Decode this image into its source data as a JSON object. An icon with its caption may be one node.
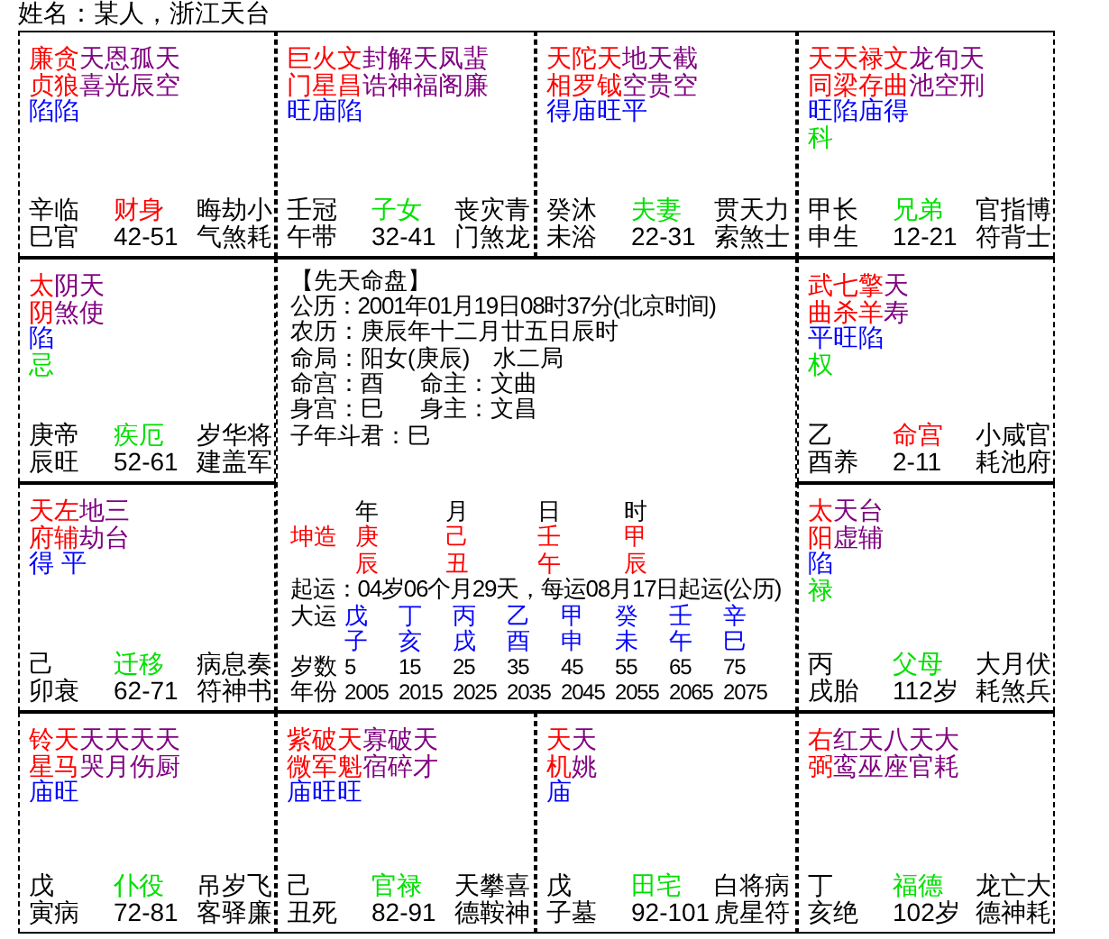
{
  "diagram": {
    "title": "姓名：某人，浙江天台",
    "nodes": [
      {
        "text": [
          "廉贪天恩孤天",
          "贞狼喜光辰空",
          "陷陷",
          "辛临",
          "财身",
          "晦劫小",
          "巳官",
          "42-51",
          "气煞耗"
        ]
      },
      {
        "text": [
          "巨火文封解天凤蜚",
          "门星昌诰神福阁廉",
          "旺庙陷",
          "壬冠",
          "子女",
          "丧灾青",
          "午带",
          "32-41",
          "门煞龙"
        ]
      },
      {
        "text": [
          "天陀天地天截",
          "相罗钺空贵空",
          "得庙旺平",
          "癸沐",
          "夫妻",
          "贯天力",
          "未浴",
          "22-31",
          "索煞士"
        ]
      },
      {
        "text": [
          "天天禄文龙旬天",
          "同梁存曲池空刑",
          "旺陷庙得",
          "科",
          "甲长",
          "兄弟",
          "官指博",
          "申生",
          "12-21",
          "符背士"
        ]
      },
      {
        "text": [
          "太阴天",
          "阴煞使",
          "陷",
          "忌",
          "庚帝",
          "疾厄",
          "岁华将",
          "辰旺",
          "52-61",
          "建盖军"
        ]
      },
      {
        "text": [
          "【先天命盘】",
          "公历：2001年01月19日08时37分(北京时间)",
          "农历：庚辰年十二月廿五日辰时",
          "命局：阳女(庚辰)　水二局",
          "命宫：酉",
          "命主：文曲",
          "身宫：巳",
          "身主：文昌",
          "子年斗君：巳",
          "年",
          "月",
          "日",
          "时",
          "坤造",
          "庚",
          "己",
          "壬",
          "甲",
          "辰",
          "丑",
          "午",
          "辰",
          "起运：04岁06个月29天，每运08月17日起运(公历)",
          "大运",
          "戊",
          "丁",
          "丙",
          "乙",
          "甲",
          "癸",
          "壬",
          "辛",
          "子",
          "亥",
          "戌",
          "酉",
          "申",
          "未",
          "午",
          "巳",
          "岁数",
          "5",
          "15",
          "25",
          "35",
          "45",
          "55",
          "65",
          "75",
          "年份",
          "2005",
          "2015",
          "2025",
          "2035",
          "2045",
          "2055",
          "2065",
          "2075"
        ]
      },
      {
        "text": [
          "武七擎天",
          "曲杀羊寿",
          "平旺陷",
          "权",
          "乙",
          "命宫",
          "小咸官",
          "酉养",
          "2-11",
          "耗池府"
        ]
      },
      {
        "text": [
          "天左地三",
          "府辅劫台",
          "得 平",
          "己",
          "迁移",
          "病息奏",
          "卯衰",
          "62-71",
          "符神书"
        ]
      },
      {
        "text": [
          "太天台",
          "阳虚辅",
          "陷",
          "禄",
          "丙",
          "父母",
          "大月伏",
          "戌胎",
          "112岁",
          "耗煞兵"
        ]
      },
      {
        "text": [
          "铃天天天天天",
          "星马哭月伤厨",
          "庙旺",
          "戊",
          "仆役",
          "吊岁飞",
          "寅病",
          "72-81",
          "客驿廉"
        ]
      },
      {
        "text": [
          "紫破天寡破天",
          "微军魁宿碎才",
          "庙旺旺",
          "己",
          "官禄",
          "天攀喜",
          "丑死",
          "82-91",
          "德鞍神"
        ]
      },
      {
        "text": [
          "天天",
          "机姚",
          "庙",
          "戊",
          "田宅",
          "白将病",
          "子墓",
          "92-101",
          "虎星符"
        ]
      },
      {
        "text": [
          "右红天八天大",
          "弼鸾巫座官耗",
          "丁",
          "福德",
          "龙亡大",
          "亥绝",
          "102岁",
          "德神耗"
        ]
      }
    ]
  }
}
